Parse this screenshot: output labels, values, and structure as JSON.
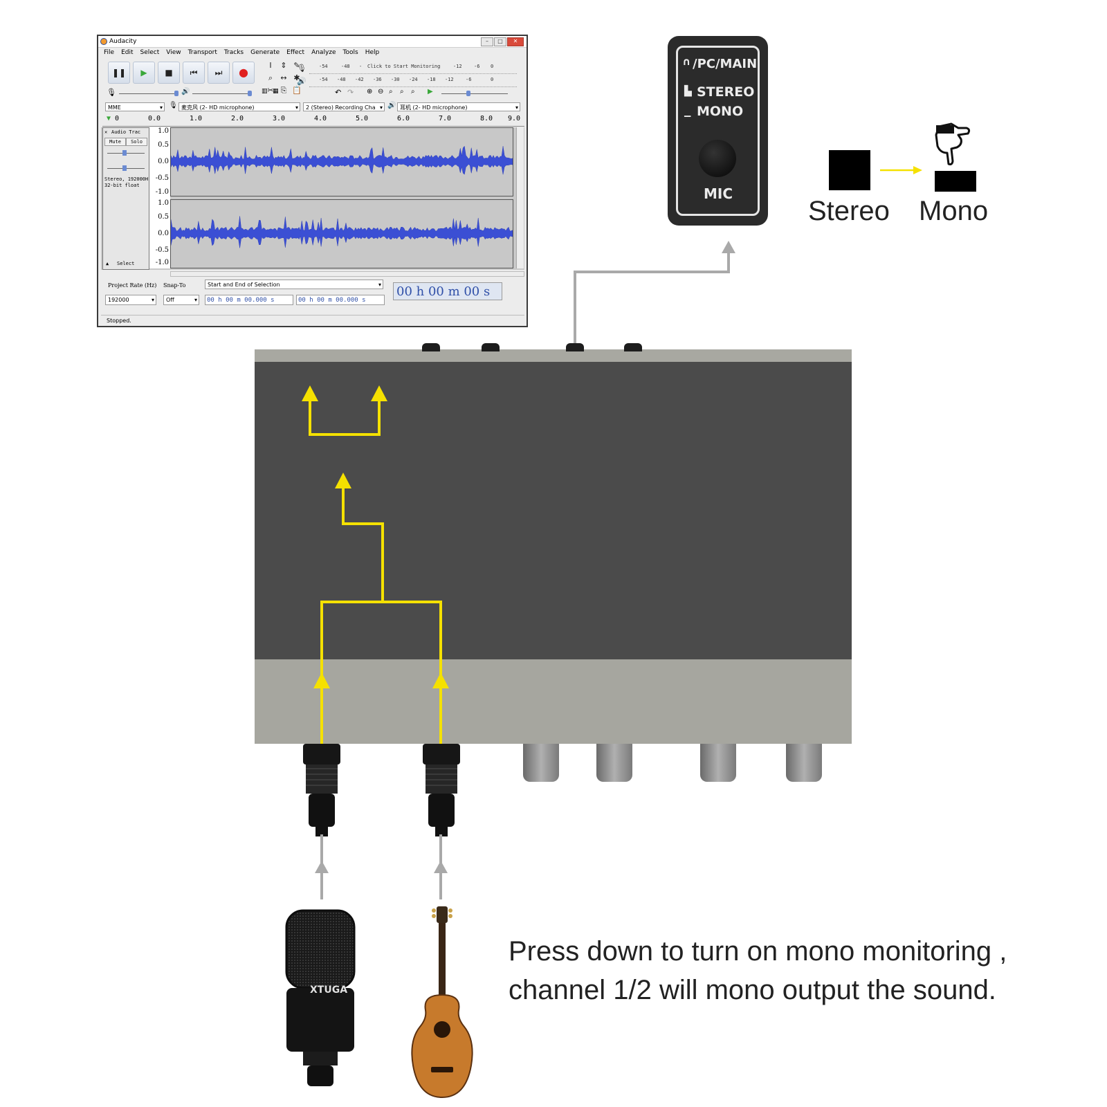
{
  "colors": {
    "signal_path": "#f5e100",
    "connector_line": "#a9a9a9",
    "device_body": "#4b4b4b",
    "device_trim": "#a6a69f",
    "panel_bg": "#2b2b2b"
  },
  "audacity": {
    "title": "Audacity",
    "menu": [
      "File",
      "Edit",
      "Select",
      "View",
      "Transport",
      "Tracks",
      "Generate",
      "Effect",
      "Analyze",
      "Tools",
      "Help"
    ],
    "meter_hint": "Click to Start Monitoring",
    "meter_ticks_top": [
      "-54",
      "-48",
      "-",
      "-12",
      "-6",
      "0"
    ],
    "meter_ticks_bottom": [
      "-54",
      "-48",
      "-42",
      "-36",
      "-30",
      "-24",
      "-18",
      "-12",
      "-6",
      "0"
    ],
    "host": "MME",
    "recording_device": "麦克风 (2- HD  microphone)",
    "channels": "2 (Stereo) Recording Cha",
    "playback_device": "耳机 (2- HD  microphone)",
    "ruler_ticks": [
      "0",
      "0.0",
      "1.0",
      "2.0",
      "3.0",
      "4.0",
      "5.0",
      "6.0",
      "7.0",
      "8.0",
      "9.0"
    ],
    "track": {
      "name": "Audio Trac",
      "mute": "Mute",
      "solo": "Solo",
      "info": [
        "Stereo, 192000H",
        "32-bit float"
      ],
      "select": "Select",
      "y_ticks": [
        "1.0",
        "0.5",
        "0.0",
        "-0.5",
        "-1.0"
      ]
    },
    "project_rate_label": "Project Rate (Hz)",
    "project_rate": "192000",
    "snap_to_label": "Snap-To",
    "snap_to": "Off",
    "selection_mode": "Start and End of Selection",
    "sel_start": "00 h 00 m 00.000 s",
    "sel_end": "00 h 00 m 00.000 s",
    "big_time": "00 h 00 m 00 s",
    "status": "Stopped."
  },
  "switch_panel": {
    "line1": "/PC/MAIN",
    "stereo": "STEREO",
    "mono": "MONO",
    "mic": "MIC"
  },
  "legend": {
    "stereo": "Stereo",
    "mono": "Mono"
  },
  "device": {
    "brand_on_mic": "XTUGA"
  },
  "caption": {
    "line1": "Press down to turn on mono monitoring ,",
    "line2": "channel 1/2 will mono output the sound."
  }
}
